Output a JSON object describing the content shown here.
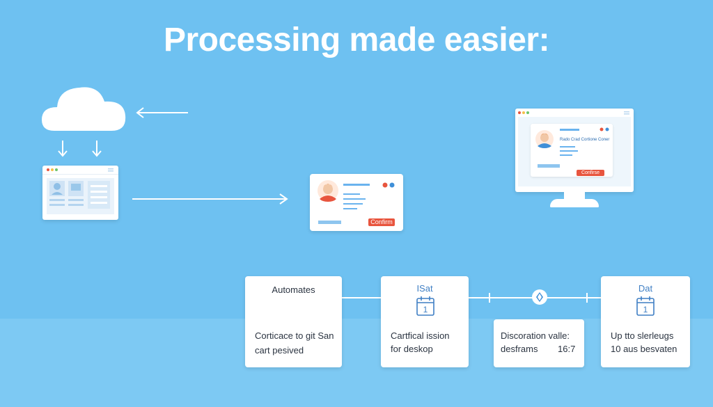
{
  "title": "Processing made easier:",
  "profile_card": {
    "button_label": "Confirm"
  },
  "monitor": {
    "card_text": "Rado Crad Cortione Coner",
    "button_label": "Confirse"
  },
  "steps": [
    {
      "title": "Automates",
      "line1": "Corticace to git San",
      "line2": "cart pesived"
    },
    {
      "title": "ISat",
      "line1": "Cartfical ission",
      "line2": "for deskop",
      "calendar": "1"
    },
    {
      "title": "",
      "line1": "Discoration valle:",
      "line2": "desframs",
      "value": "16:7"
    },
    {
      "title": "Dat",
      "line1": "Up tto slerleugs",
      "line2": "10 aus besvaten",
      "calendar": "1"
    }
  ],
  "colors": {
    "background": "#6ec1f1",
    "accent": "#e8553e",
    "link_blue": "#6ab3ee"
  }
}
